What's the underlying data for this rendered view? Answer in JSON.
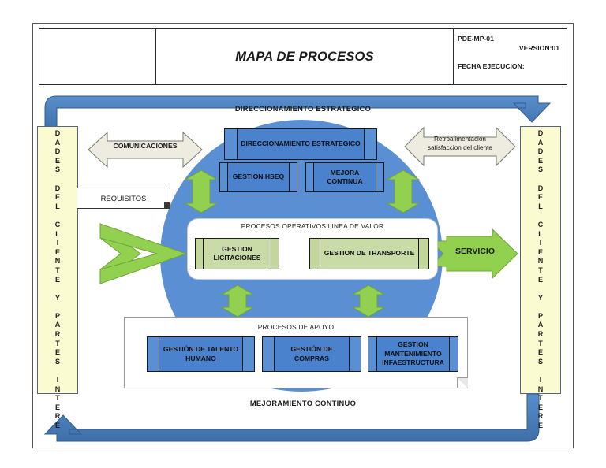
{
  "header": {
    "title": "MAPA DE PROCESOS",
    "code": "PDE-MP-01",
    "version": "VERSION:01",
    "fecha": "FECHA EJECUCION:"
  },
  "banners": {
    "top": "DIRECCIONAMIENTO ESTRATEGICO",
    "bottom": "MEJORAMIENTO CONTINUO"
  },
  "side_columns": {
    "left_text": "DADES DEL CLIENTE Y PARTES INTERE",
    "right_text": "DADES DEL CLIENTE Y PARTES INTERE",
    "left_chars": [
      "D",
      "A",
      "D",
      "E",
      "S",
      "",
      "D",
      "E",
      "L",
      "",
      "C",
      "L",
      "I",
      "E",
      "N",
      "T",
      "E",
      "",
      "Y",
      "",
      "P",
      "A",
      "R",
      "T",
      "E",
      "S",
      "",
      "I",
      "N",
      "T",
      "E",
      "R",
      "E"
    ],
    "right_chars": [
      "D",
      "A",
      "D",
      "E",
      "S",
      "",
      "D",
      "E",
      "L",
      "",
      "C",
      "L",
      "I",
      "E",
      "N",
      "T",
      "E",
      "",
      "Y",
      "",
      "P",
      "A",
      "R",
      "T",
      "E",
      "S",
      "",
      "I",
      "N",
      "T",
      "E",
      "R",
      "E"
    ]
  },
  "strategic": {
    "main_box": "DIRECCIONAMIENTO ESTRATEGICO",
    "sub_boxes": [
      {
        "label": "GESTION HSEQ"
      },
      {
        "label": "MEJORA CONTINUA"
      }
    ]
  },
  "operative": {
    "title": "PROCESOS OPERATIVOS LINEA DE VALOR",
    "boxes": [
      {
        "label": "GESTION LICITACIONES"
      },
      {
        "label": "GESTION DE TRANSPORTE"
      }
    ]
  },
  "support": {
    "title": "PROCESOS DE APOYO",
    "boxes": [
      {
        "label": "GESTIÓN DE TALENTO HUMANO"
      },
      {
        "label": "GESTIÓN DE COMPRAS"
      },
      {
        "label": "GESTION MANTENIMIENTO INFAESTRUCTURA"
      }
    ]
  },
  "labels": {
    "comunicaciones": "COMUNICACIONES",
    "retroalimentacion_line1": "Retroalimentacion",
    "retroalimentacion_line2": "satisfaccion del cliente",
    "requisitos": "REQUISITOS",
    "servicio": "SERVICIO"
  },
  "colors": {
    "blue_box": "#5B8FD4",
    "blue_core": "#4A82CE",
    "green_box": "#C3D69B",
    "green_arrow": "#92D050",
    "ellipse": "#5B8FD4",
    "side_column": "#FBFBD2",
    "side_column_border": "#54628C",
    "loop_arrow": "#4A7EBB",
    "outline_arrow_fill": "#EEECE1"
  }
}
